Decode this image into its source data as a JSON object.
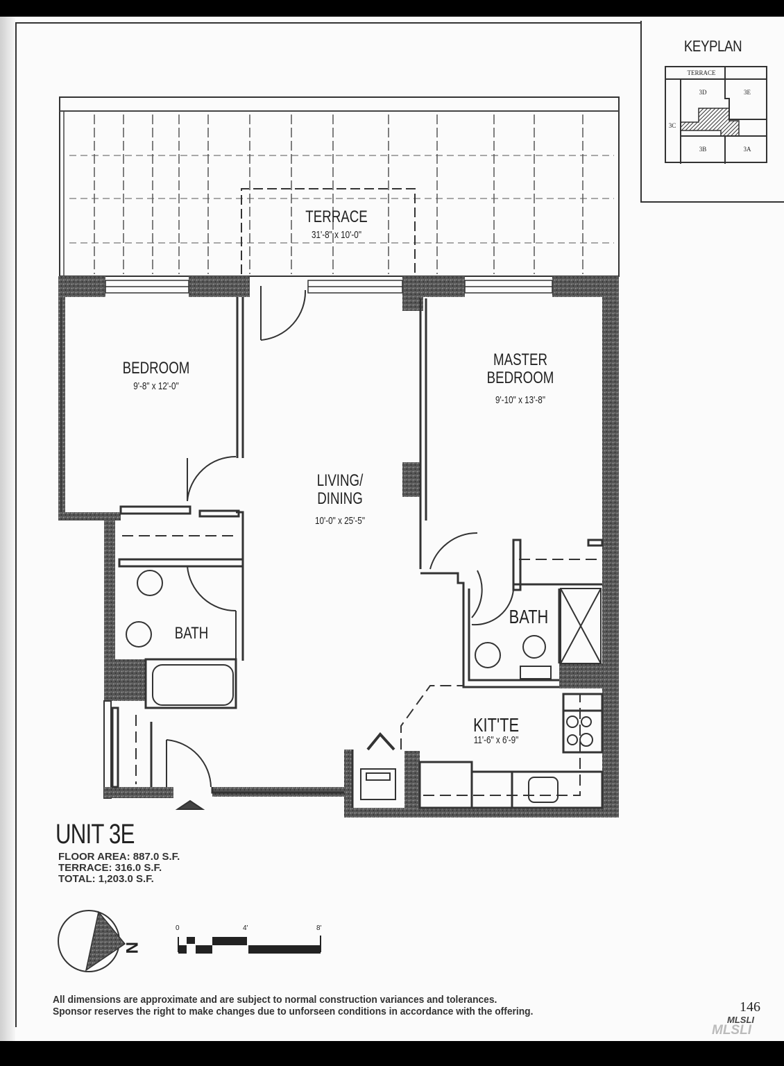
{
  "unit": {
    "title": "UNIT 3E",
    "floor_area": "FLOOR AREA: 887.0 S.F.",
    "terrace_area": "TERRACE: 316.0 S.F.",
    "total_area": "TOTAL: 1,203.0 S.F."
  },
  "keyplan": {
    "title": "KEYPLAN",
    "labels": {
      "terrace": "TERRACE",
      "u3d": "3D",
      "u3e": "3E",
      "u3c": "3C",
      "u3b": "3B",
      "u3a": "3A"
    }
  },
  "rooms": {
    "terrace": {
      "name": "TERRACE",
      "dim": "31'-8\" x 10'-0\""
    },
    "bedroom": {
      "name": "BEDROOM",
      "dim": "9'-8\" x 12'-0\""
    },
    "master_bedroom": {
      "name_line1": "MASTER",
      "name_line2": "BEDROOM",
      "dim": "9'-10\" x 13'-8\""
    },
    "living_dining": {
      "name_line1": "LIVING/",
      "name_line2": "DINING",
      "dim": "10'-0\" x 25'-5\""
    },
    "bath_left": {
      "name": "BATH"
    },
    "bath_right": {
      "name": "BATH"
    },
    "kitchenette": {
      "name": "KIT'TE",
      "dim": "11'-6\" x 6'-9\""
    }
  },
  "scale_bar": {
    "ticks": [
      "0",
      "4'",
      "8'"
    ]
  },
  "compass": {
    "label": "N"
  },
  "footer": {
    "disclaimer_line1": "All dimensions are approximate and are subject to normal construction variances and tolerances.",
    "disclaimer_line2": "Sponsor reserves the right to make changes due to unforseen conditions in accordance with the offering.",
    "page_number": "146",
    "watermark": "MLSLI"
  },
  "colors": {
    "wall": "#3a3a3a",
    "line": "#2a2a2a",
    "paper": "#fbfbfb"
  }
}
